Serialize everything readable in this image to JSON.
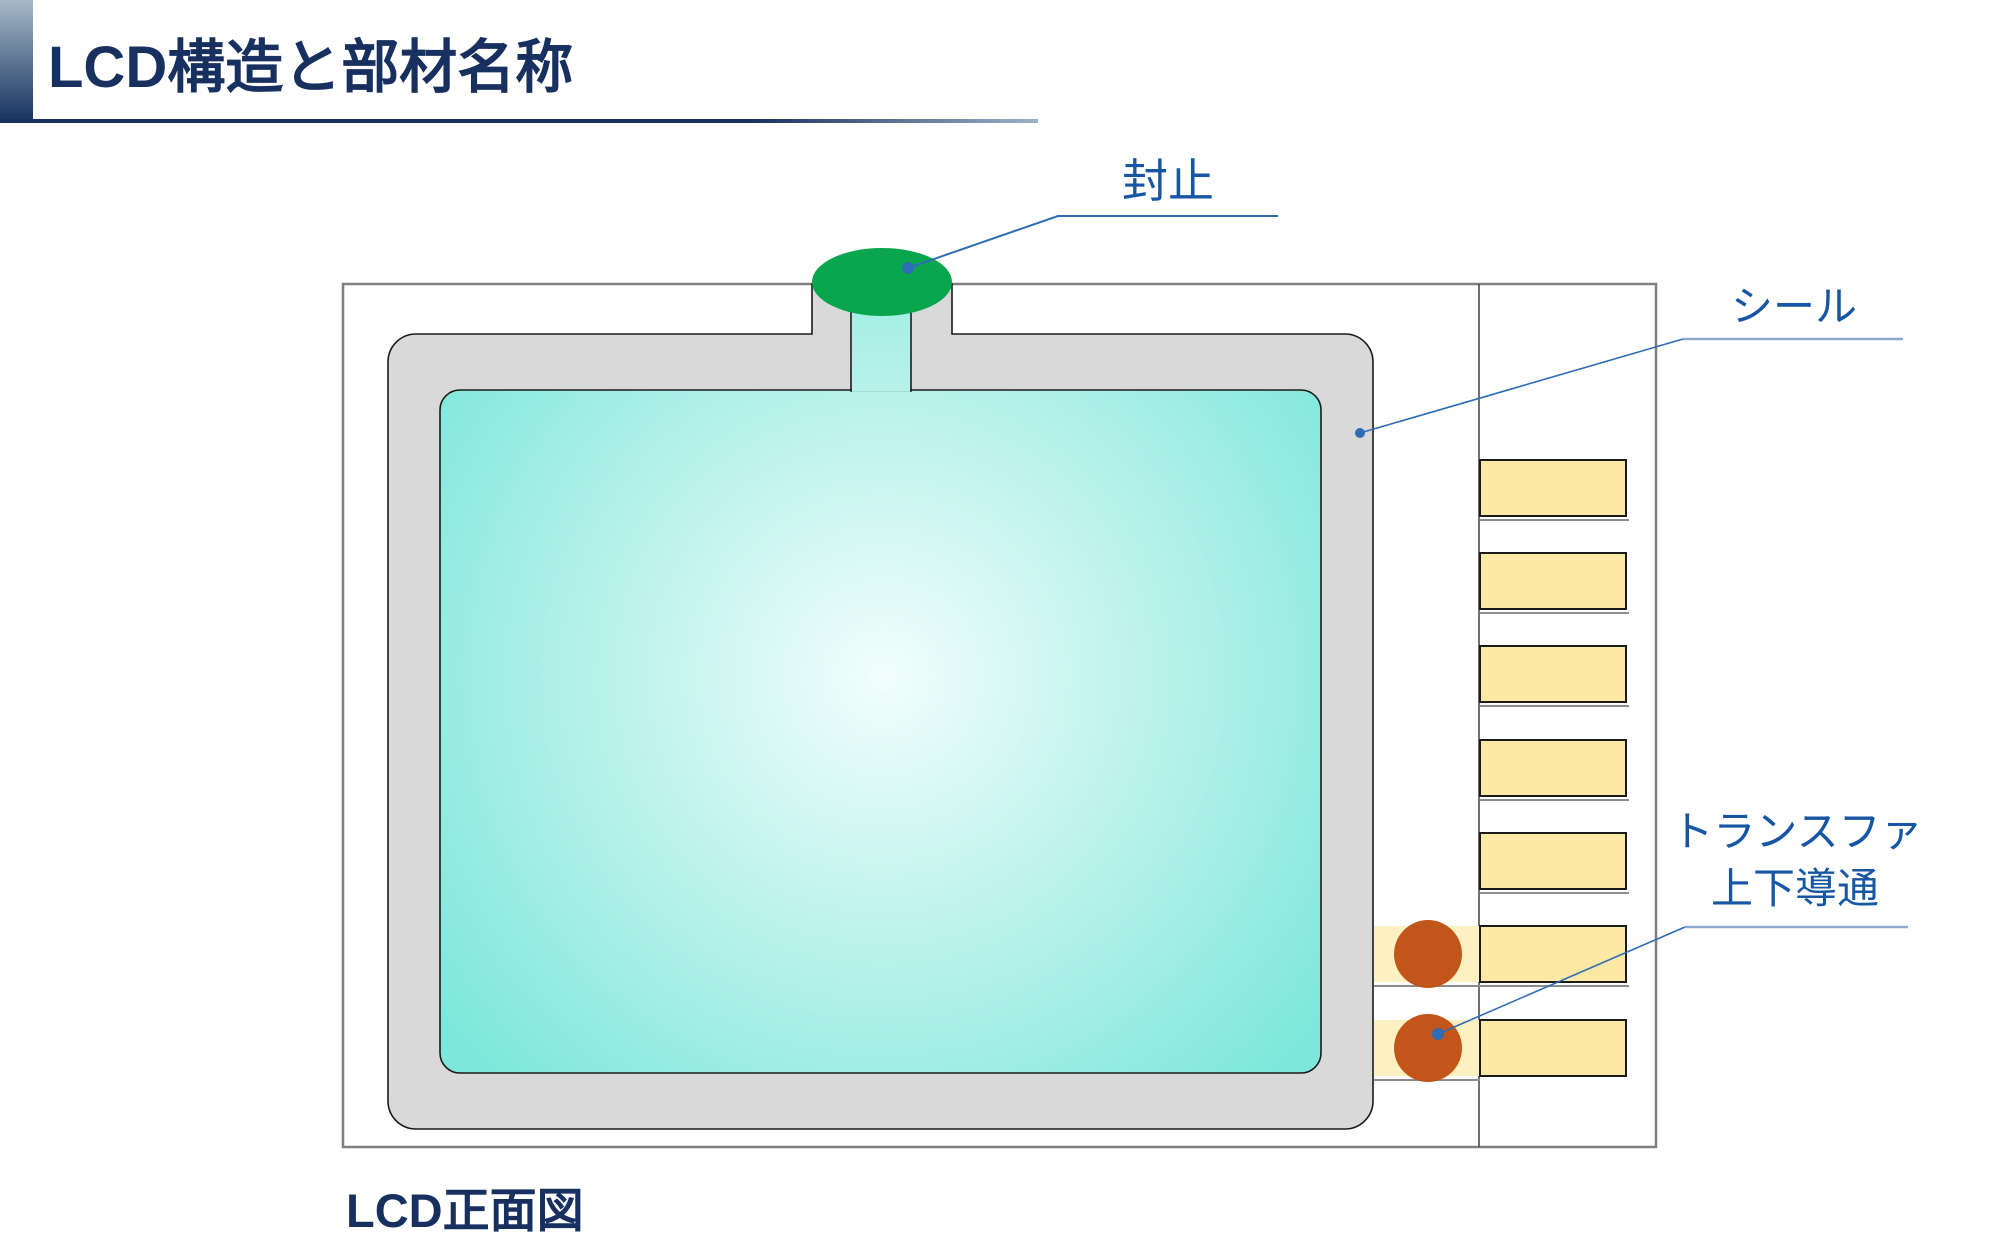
{
  "header": {
    "title": "LCD構造と部材名称"
  },
  "diagram": {
    "labels": {
      "sealing": {
        "text": "封止"
      },
      "seal": {
        "text": "シール"
      },
      "transfer": {
        "line1": "トランスファ",
        "line2": "上下導通"
      }
    },
    "caption": "LCD正面図"
  },
  "colors": {
    "title_navy": "#17305F",
    "header_grad_top": "#A7BAC8",
    "header_grad_bottom": "#16325F",
    "header_rule_end": "#9DB1C7",
    "label_blue": "#1656A4",
    "leader_blue": "#2E6CB5",
    "underline_light": "#8FA9CC",
    "glass_stroke": "#808080",
    "divider_stroke": "#4D4D4D",
    "seal_fill": "#D9D9D9",
    "seal_stroke": "#1A1A1A",
    "lc_center": "#F2FEFD",
    "lc_mid": "#C4F4EE",
    "lc_edge": "#7DE7DB",
    "green_dome": "#0AA64E",
    "pad_fill": "#FDE9A4",
    "band_fill": "#FDF1C2",
    "pad_stroke": "#1A1A1A",
    "pad_shadow": "#8C8C8C",
    "circle_fill": "#C2561A"
  }
}
